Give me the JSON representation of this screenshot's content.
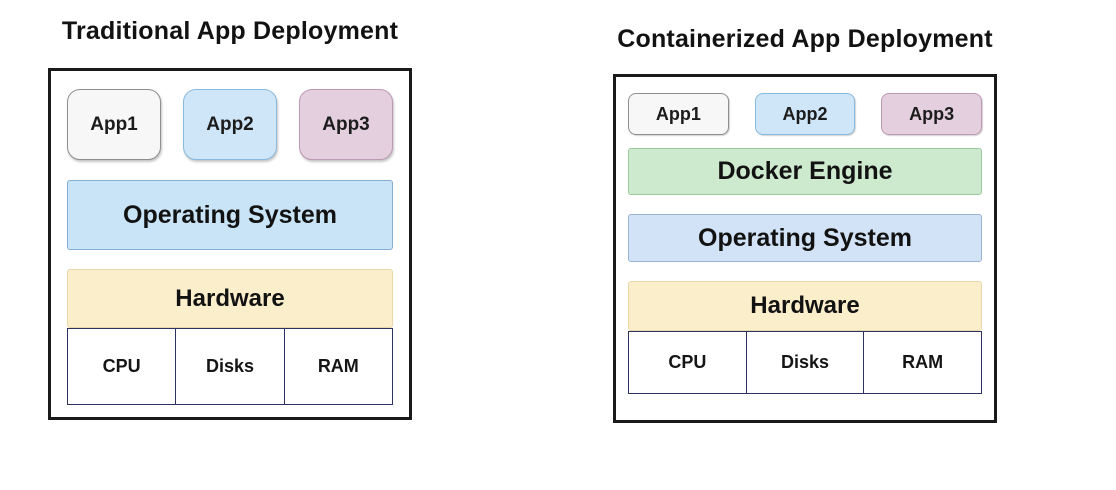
{
  "left": {
    "title": "Traditional App Deployment",
    "apps": [
      {
        "label": "App1"
      },
      {
        "label": "App2"
      },
      {
        "label": "App3"
      }
    ],
    "layers": {
      "os": {
        "label": "Operating System"
      },
      "hardware": {
        "label": "Hardware"
      }
    },
    "hardware_components": [
      "CPU",
      "Disks",
      "RAM"
    ]
  },
  "right": {
    "title": "Containerized App Deployment",
    "apps": [
      {
        "label": "App1"
      },
      {
        "label": "App2"
      },
      {
        "label": "App3"
      }
    ],
    "layers": {
      "docker": {
        "label": "Docker Engine"
      },
      "os": {
        "label": "Operating System"
      },
      "hardware": {
        "label": "Hardware"
      }
    },
    "hardware_components": [
      "CPU",
      "Disks",
      "RAM"
    ]
  },
  "palette": {
    "app1_fill": "#f7f7f7",
    "app1_border": "#8f8f8f",
    "app2_fill": "#cfe6f8",
    "app2_border": "#8ab9de",
    "app3_fill": "#e4cfde",
    "app3_border": "#bd9ab4",
    "docker_fill": "#cde9ce",
    "docker_border": "#9cca9e",
    "os_fill": "#c9e4f7",
    "os_border": "#86aed2",
    "hardware_fill": "#fbeeca",
    "hardware_border": "#e7d7a9",
    "hw_cell_border": "#2e3263",
    "outer_box_border": "#1a1a1a",
    "text": "#121212",
    "background": "#ffffff"
  }
}
